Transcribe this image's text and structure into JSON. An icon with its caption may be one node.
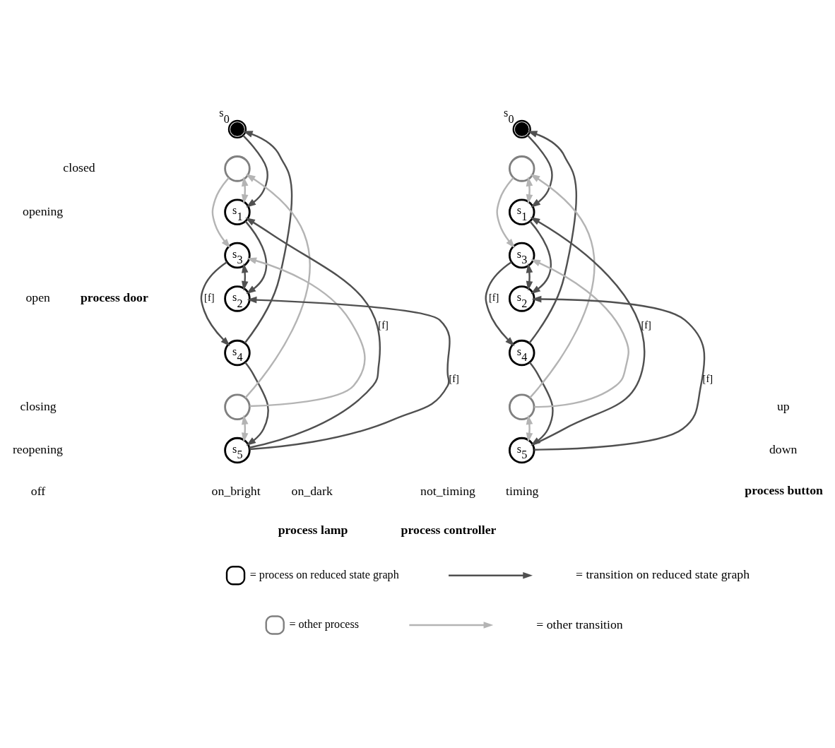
{
  "diagram": {
    "nodes": [
      {
        "text": [
          "s$_{0}$"
        ]
      },
      {
        "text": [],
        "shape": "circle"
      },
      {
        "text": [
          "s$_{1}$"
        ]
      },
      {
        "text": [
          "s$_{3}$"
        ]
      },
      {
        "text": [
          "s$_{2}$"
        ]
      },
      {
        "text": [
          "s$_{4}$"
        ]
      },
      {
        "text": [],
        "shape": "circle"
      },
      {
        "text": [
          "s$_{5}$"
        ]
      },
      {
        "text": [
          "s$_{0}$"
        ]
      },
      {
        "text": [],
        "shape": "circle"
      },
      {
        "text": [
          "s$_{1}$"
        ]
      },
      {
        "text": [
          "s$_{3}$"
        ]
      },
      {
        "text": [
          "s$_{2}$"
        ]
      },
      {
        "text": [
          "s$_{4}$"
        ]
      },
      {
        "text": [],
        "shape": "circle"
      },
      {
        "text": [
          "s$_{5}$"
        ]
      }
    ],
    "edges": [
      {
        "from": 0,
        "to": 2,
        "arrow": "to"
      },
      {
        "from": 5,
        "to": 0,
        "arrow": "to"
      },
      {
        "from": 1,
        "to": 2,
        "arrow": "both",
        "color": "#b4b4b4"
      },
      {
        "from": 1,
        "to": 3,
        "arrow": "to",
        "color": "#b4b4b4"
      },
      {
        "from": 6,
        "to": 1,
        "arrow": "to",
        "color": "#b4b4b4"
      },
      {
        "from": 6,
        "to": 3,
        "arrow": "to",
        "color": "#b4b4b4"
      },
      {
        "from": 3,
        "to": 4,
        "arrow": "both"
      },
      {
        "from": 2,
        "to": 4,
        "arrow": "to"
      },
      {
        "from": 3,
        "to": 5,
        "arrow": "to",
        "label": "[f]"
      },
      {
        "from": 5,
        "to": 7,
        "arrow": "to"
      },
      {
        "from": 6,
        "to": 7,
        "arrow": "both",
        "color": "#b4b4b4"
      },
      {
        "from": 7,
        "to": 4,
        "arrow": "to",
        "label": "[f]"
      },
      {
        "from": 7,
        "to": 2,
        "arrow": "to",
        "label": "[f]"
      },
      {
        "from": 8,
        "to": 10,
        "arrow": "to"
      },
      {
        "from": 13,
        "to": 8,
        "arrow": "to"
      },
      {
        "from": 9,
        "to": 10,
        "arrow": "both",
        "color": "#b4b4b4"
      },
      {
        "from": 9,
        "to": 11,
        "arrow": "to",
        "color": "#b4b4b4"
      },
      {
        "from": 14,
        "to": 9,
        "arrow": "to",
        "color": "#b4b4b4"
      },
      {
        "from": 14,
        "to": 11,
        "arrow": "to",
        "color": "#b4b4b4"
      },
      {
        "from": 11,
        "to": 12,
        "arrow": "both"
      },
      {
        "from": 11,
        "to": 13,
        "arrow": "to",
        "label": "[f]"
      },
      {
        "from": 10,
        "to": 12,
        "arrow": "to"
      },
      {
        "from": 15,
        "to": 10,
        "arrow": "to",
        "label": "[f]"
      },
      {
        "from": 15,
        "to": 12,
        "arrow": "to",
        "label": "[f]"
      },
      {
        "from": 13,
        "to": 15,
        "arrow": "to"
      },
      {
        "from": 14,
        "to": 15,
        "arrow": "both",
        "color": "#b4b4b4"
      }
    ],
    "labels": [
      "closed",
      "opening",
      "open",
      "closing",
      "reopening",
      "process door",
      "off",
      "on_dark",
      "on_bright",
      "process lamp",
      "not_timing",
      "timing",
      "process controller",
      "up",
      "down",
      "process button"
    ],
    "legend": [
      {
        "text": "= process on reduced state graph"
      },
      {
        "text": "= transition on reduced state graph"
      },
      {
        "text": "= other process"
      },
      {
        "text": "= other transition"
      }
    ]
  }
}
